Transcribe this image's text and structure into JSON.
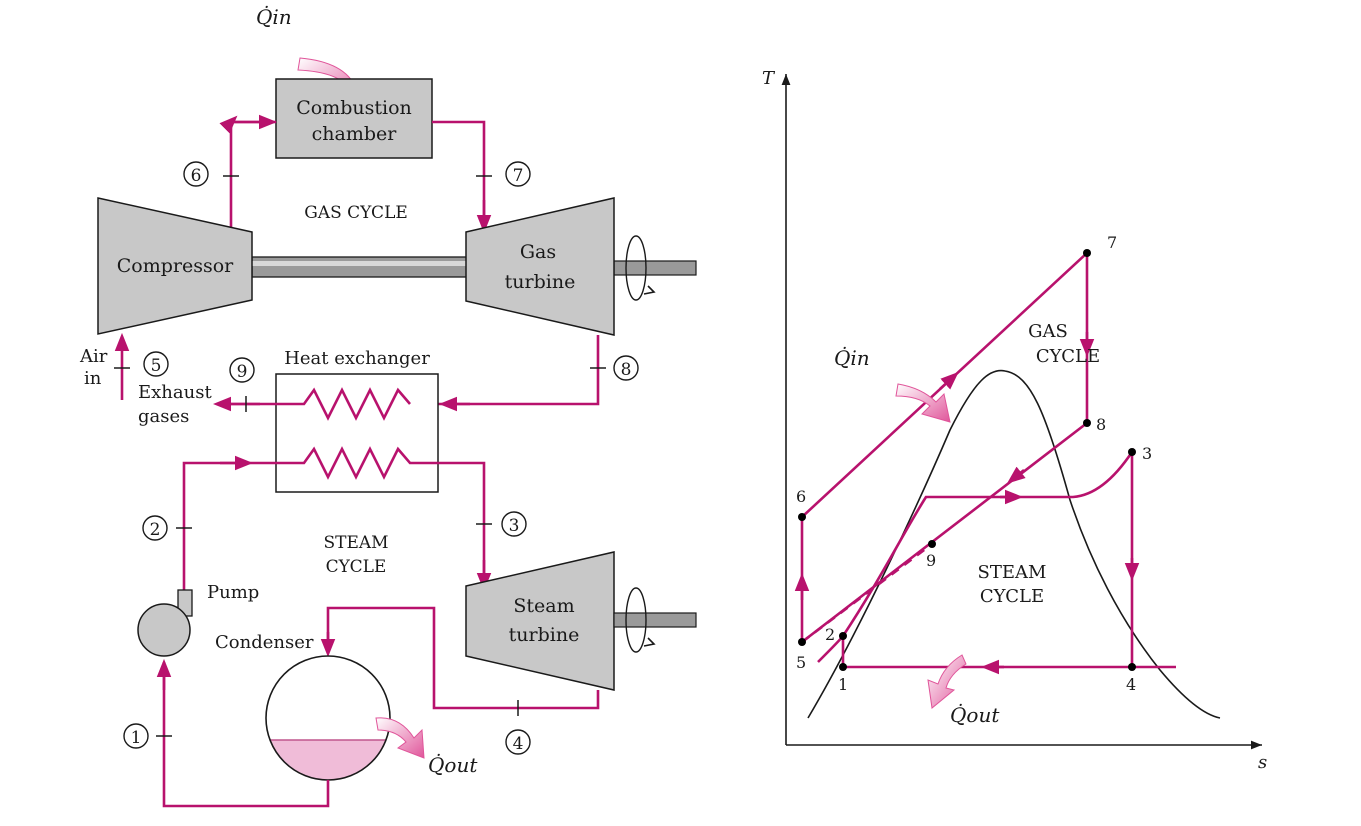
{
  "schematic": {
    "q_in": "Q̇in",
    "combustion_chamber": [
      "Combustion",
      "chamber"
    ],
    "gas_cycle": "GAS CYCLE",
    "compressor": "Compressor",
    "gas_turbine": [
      "Gas",
      "turbine"
    ],
    "air_in": [
      "Air",
      "in"
    ],
    "heat_exchanger": "Heat exchanger",
    "exhaust": [
      "Exhaust",
      "gases"
    ],
    "steam_cycle": [
      "STEAM",
      "CYCLE"
    ],
    "pump": "Pump",
    "condenser": "Condenser",
    "steam_turbine": [
      "Steam",
      "turbine"
    ],
    "q_out": "Q̇out",
    "state_labels": [
      "1",
      "2",
      "3",
      "4",
      "5",
      "6",
      "7",
      "8",
      "9"
    ]
  },
  "ts_diagram": {
    "t_axis": "T",
    "s_axis": "s",
    "q_in": "Q̇in",
    "q_out": "Q̇out",
    "gas_cycle": [
      "GAS",
      "CYCLE"
    ],
    "steam_cycle": [
      "STEAM",
      "CYCLE"
    ],
    "points": [
      "1",
      "2",
      "3",
      "4",
      "5",
      "6",
      "7",
      "8",
      "9"
    ]
  },
  "colors": {
    "pipe": "#b8126d",
    "component": "#c8c8c8",
    "arrow": "#e0559a"
  }
}
